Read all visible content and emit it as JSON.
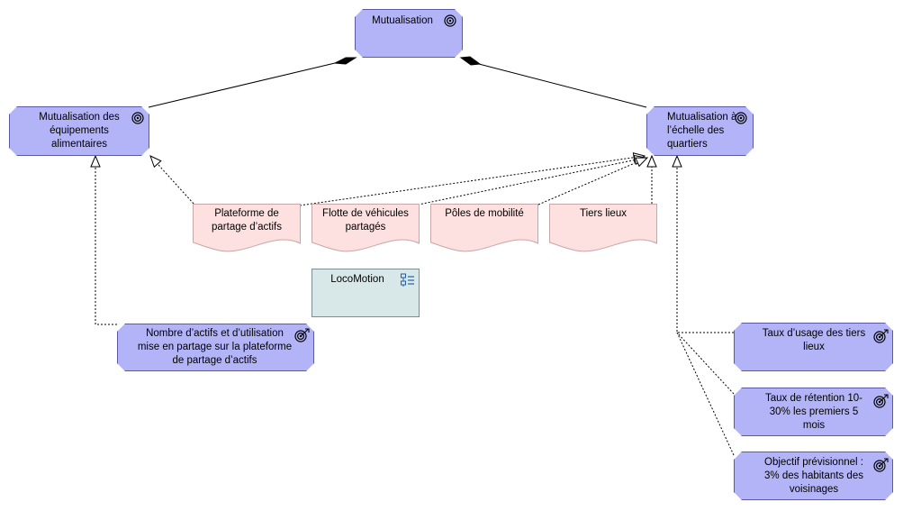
{
  "goals": {
    "mutualisation": "Mutualisation",
    "equipements": "Mutualisation des équipements alimentaires",
    "quartiers": "Mutualisation à l’échelle des quartiers"
  },
  "deliverables": {
    "plateforme": "Plateforme de partage d’actifs",
    "flotte": "Flotte de véhicules partagés",
    "poles": "Pôles de mobilité",
    "tiers": "Tiers lieux"
  },
  "application": {
    "locomotion": "LocoMotion"
  },
  "outcomes": {
    "nombre_actifs": "Nombre d’actifs et d’utilisation mise en partage sur la plateforme de partage d’actifs",
    "taux_usage": "Taux d’usage des tiers lieux",
    "taux_retention": "Taux de rétention 10-30% les premiers 5 mois",
    "objectif": "Objectif prévisionnel : 3% des habitants des voisinages"
  },
  "colors": {
    "goal_fill": "#b3b3f7",
    "goal_border": "#5a5aa6",
    "deliverable_fill": "#fde0e0",
    "deliverable_border": "#c9a6a6",
    "application_fill": "#d8e8e8"
  },
  "icons": {
    "goal": "target-icon",
    "outcome": "target-arrow-icon",
    "application": "application-component-icon"
  }
}
